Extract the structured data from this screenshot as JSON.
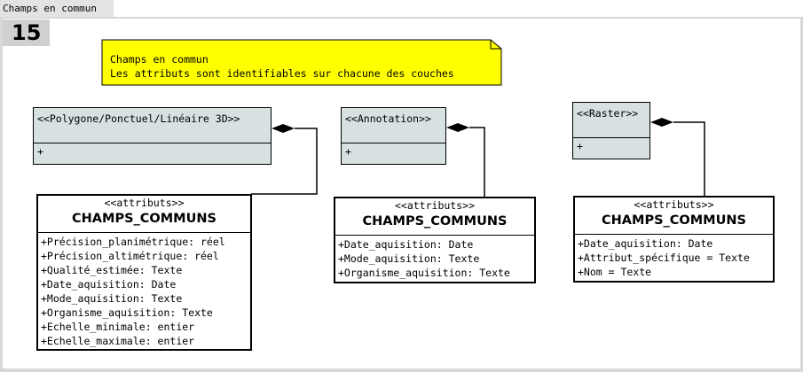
{
  "tab_title": "Champs en commun",
  "diagram_number": "15",
  "note": {
    "line1": "Champs en commun",
    "line2": "Les attributs sont identifiables sur chacune des couches"
  },
  "layers": [
    {
      "stereotype": "<<Polygone/Ponctuel/Linéaire 3D>>",
      "ops": "+"
    },
    {
      "stereotype": "<<Annotation>>",
      "ops": "+"
    },
    {
      "stereotype": "<<Raster>>",
      "ops": "+"
    }
  ],
  "classes": [
    {
      "stereotype": "<<attributs>>",
      "name": "CHAMPS_COMMUNS",
      "attributes": [
        "+Précision_planimétrique: réel",
        "+Précision_altimétrique: réel",
        "+Qualité_estimée: Texte",
        "+Date_aquisition: Date",
        "+Mode_aquisition: Texte",
        "+Organisme_aquisition: Texte",
        "+Echelle_minimale: entier",
        "+Echelle_maximale: entier"
      ]
    },
    {
      "stereotype": "<<attributs>>",
      "name": "CHAMPS_COMMUNS",
      "attributes": [
        "+Date_aquisition: Date",
        "+Mode_aquisition: Texte",
        "+Organisme_aquisition: Texte"
      ]
    },
    {
      "stereotype": "<<attributs>>",
      "name": "CHAMPS_COMMUNS",
      "attributes": [
        "+Date_aquisition: Date",
        "+Attribut_spécifique = Texte",
        "+Nom = Texte"
      ]
    }
  ],
  "colors": {
    "note_fill": "#ffff00",
    "layer_fill": "#d7e1e1",
    "frame": "#d8d8d8"
  }
}
